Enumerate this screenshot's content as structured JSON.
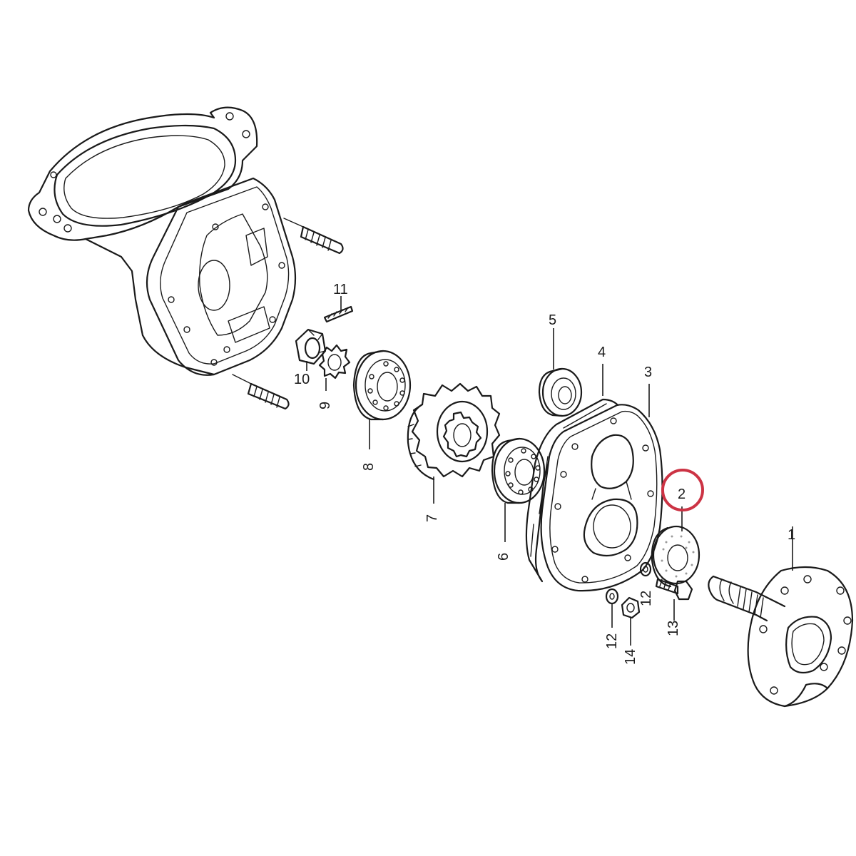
{
  "highlight_color": "#cc3344",
  "line_color": "#1a1a1a",
  "part_labels": {
    "p1": "1",
    "p2": "2",
    "p3": "3",
    "p4": "4",
    "p5": "5",
    "p6": "6",
    "p7": "7",
    "p8": "8",
    "p9": "9",
    "p10": "10",
    "p11": "11",
    "p12a": "12",
    "p12b": "12",
    "p13": "13",
    "p14": "14"
  },
  "highlighted_part": "2"
}
